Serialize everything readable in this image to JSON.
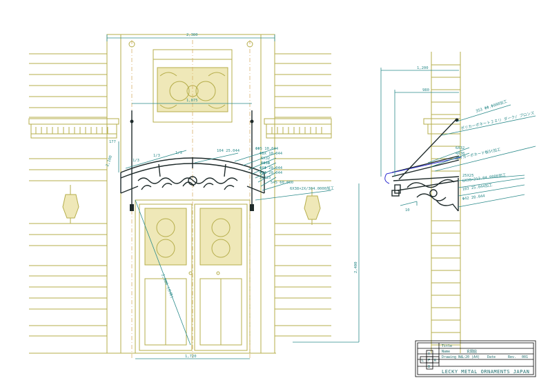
{
  "drawing": {
    "front_view": {
      "dims": {
        "overall_width": "2,380",
        "canopy_width": "1,875",
        "door_width": "1,720",
        "height_total": "2,400",
        "small_177": "177",
        "small_2100": "2,100",
        "third_a": "1/3",
        "third_b": "1/3",
        "third_c": "1/3",
        "diag": "2,900 (外枠)"
      },
      "callouts": [
        "ФΦ5 10.044",
        "Φ8Х 10.044",
        "6Х32",
        "ФΦ8Ф",
        "ΦΧΦ 20.044",
        "ΦΦФ 20.044",
        "25Х25",
        "545 60.000",
        "6Х38×2X/304.0000加工"
      ],
      "mid_callout": "104 25.044"
    },
    "side_view": {
      "dims": {
        "projection": "1,200",
        "inner": "980",
        "height": "2,400",
        "slope": "10"
      },
      "callouts": [
        "353 ΦΦ.Φ000加工",
        "ポリカーボネート２ミリ ダーク/ ブロンズ",
        "6Х32",
        "4Х38",
        "ポリカーボネード板5t加工",
        "25Х25",
        "6X38×313.04.0000加工",
        "103 25.044加工",
        "Φ42 20.044"
      ]
    },
    "title_block": {
      "row1_label": "Title",
      "row2_label": "Name",
      "row2_value": "玄関庇",
      "row3_label": "Drawing No.",
      "row3_value": "1:20 (A4)",
      "row3_date_label": "Date",
      "row3_rev_label": "Rev.",
      "row3_rev_value": "001",
      "letters": [
        "T",
        "L",
        "F",
        "R",
        "B"
      ],
      "company": "LECKY METAL ORNAMENTS JAPAN"
    }
  }
}
